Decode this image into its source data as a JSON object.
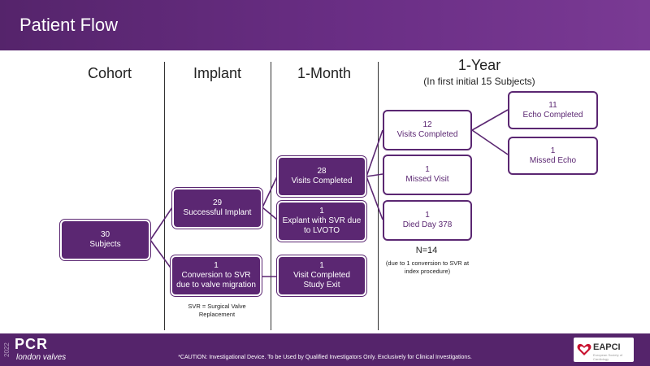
{
  "header": {
    "title": "Patient Flow"
  },
  "columns": {
    "cohort": "Cohort",
    "implant": "Implant",
    "month": "1-Month",
    "year": "1-Year",
    "year_sub": "(In first initial 15 Subjects)"
  },
  "boxes": {
    "subjects": {
      "count": "30",
      "label": "Subjects"
    },
    "successful_implant": {
      "count": "29",
      "label": "Successful Implant"
    },
    "conversion": {
      "count": "1",
      "label": "Conversion to SVR due to valve migration"
    },
    "visits_completed_1m": {
      "count": "28",
      "label": "Visits Completed"
    },
    "explant": {
      "count": "1",
      "label": "Explant with SVR due to LVOTO"
    },
    "visit_completed_exit": {
      "count": "1",
      "label": "Visit Completed Study Exit"
    },
    "visits_completed_1y": {
      "count": "12",
      "label": "Visits Completed"
    },
    "missed_visit": {
      "count": "1",
      "label": "Missed Visit"
    },
    "died": {
      "count": "1",
      "label": "Died Day 378"
    },
    "echo_completed": {
      "count": "11",
      "label": "Echo Completed"
    },
    "missed_echo": {
      "count": "1",
      "label": "Missed Echo"
    }
  },
  "notes": {
    "svr": "SVR = Surgical Valve Replacement",
    "n14": "N=14",
    "n14_sub": "(due to 1 conversion to SVR at index procedure)"
  },
  "footer": {
    "year": "2022",
    "brand": "PCR",
    "brand_sub": "london valves",
    "caution": "*CAUTION: Investigational Device. To be Used by Qualified Investigators Only. Exclusively for Clinical Investigations.",
    "logo": "EAPCI",
    "logo_sub": "European Society of Cardiology"
  },
  "colors": {
    "brand_purple": "#5b2772",
    "header_purple": "#6a2e85"
  }
}
